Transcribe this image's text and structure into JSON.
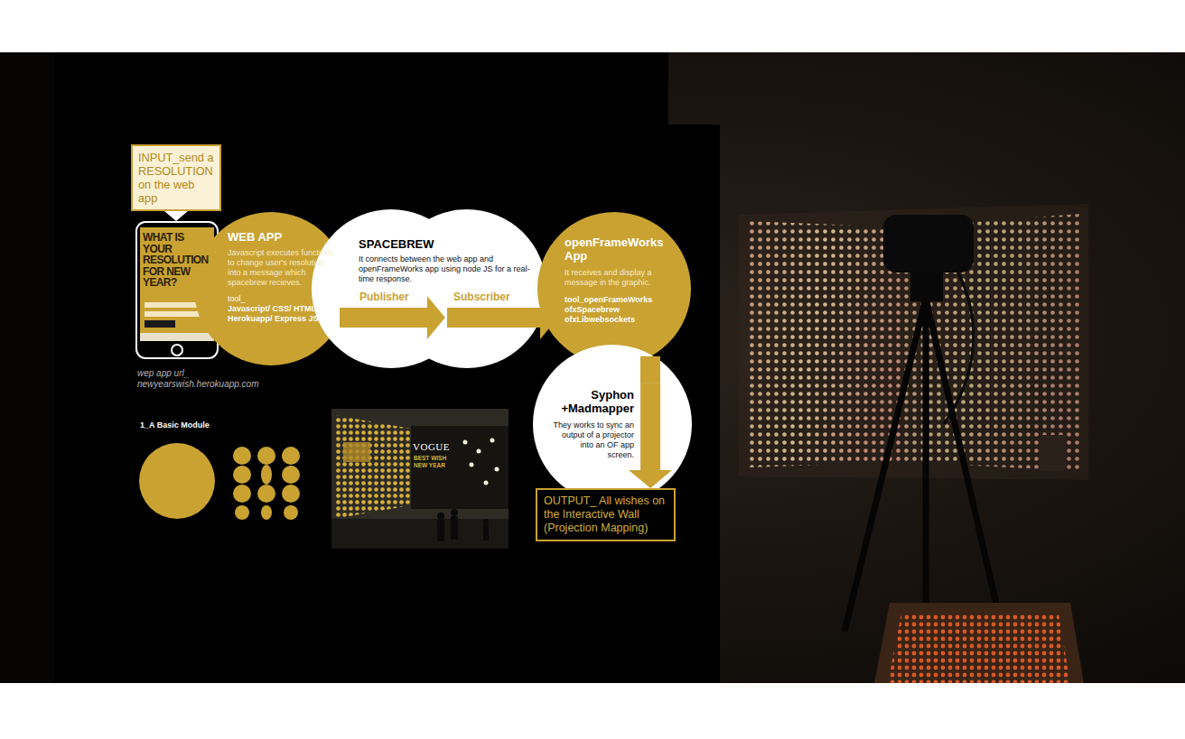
{
  "diagram": {
    "nodes": [
      {
        "text": [
          "INPUT_send a RESOLUTION on the web app"
        ]
      },
      {
        "text": [
          "WHAT IS YOUR RESOLUTION FOR NEW YEAR?"
        ]
      },
      {
        "text": [
          "WEB APP",
          "Javascript executes functions to change user's resolution into a message which spacebrew recieves.",
          "tool_",
          "Javascript/ CSS/ HTML Herokuapp/ Express JS"
        ]
      },
      {
        "text": [
          "SPACEBREW",
          "It connects between the web app and openFrameWorks app using node JS for a real-time response."
        ]
      },
      {
        "text": [
          "openFrameWorks App",
          "It receives and display a message in the graphic.",
          "tool_openFrameWorks ofxSpacebrew ofxLibwebsockets"
        ]
      },
      {
        "text": [
          "Syphon +Madmapper",
          "They works to sync an output of a projector into an OF app screen."
        ]
      },
      {
        "text": [
          "OUTPUT_ All wishes on the Interactive Wall (Projection Mapping)"
        ]
      }
    ],
    "edges": [
      {
        "from": 0,
        "to": 1,
        "arrow": "to"
      },
      {
        "from": 2,
        "to": 3,
        "label": "Publisher",
        "arrow": "to"
      },
      {
        "from": 3,
        "to": 4,
        "label": "Subscriber",
        "arrow": "to"
      },
      {
        "from": 4,
        "to": 5,
        "arrow": "none"
      },
      {
        "from": 5,
        "to": 6,
        "arrow": "to"
      }
    ],
    "labels": [
      "wep app url_ newyearswish.herokuapp.com",
      "1_A Basic Module",
      "VOGUE",
      "BEST WISH NEW YEAR"
    ]
  }
}
